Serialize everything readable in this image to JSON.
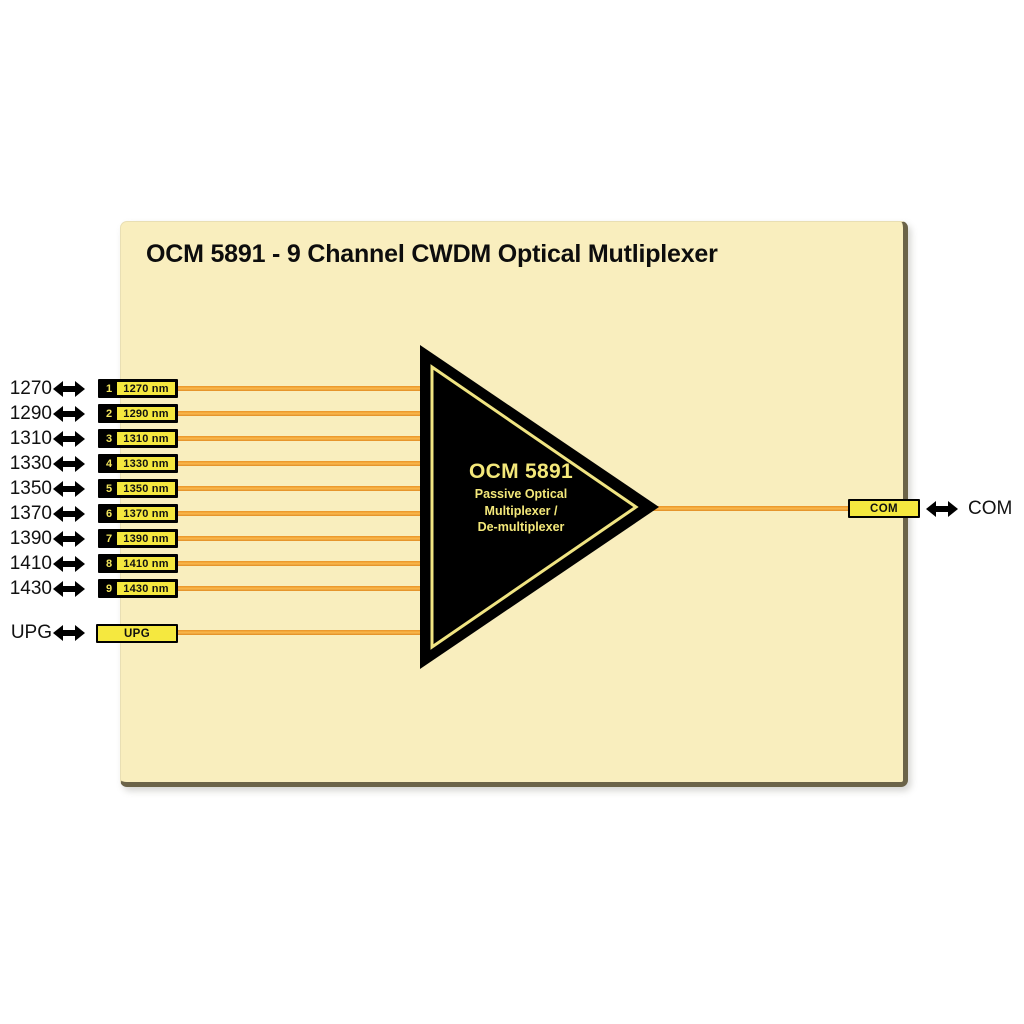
{
  "diagram": {
    "title": "OCM 5891 - 9 Channel CWDM Optical Mutliplexer",
    "panel_color": "#f9eebe",
    "accent_color": "#f5e83f",
    "wire_color": "#f5a93a",
    "device": {
      "name": "OCM 5891",
      "subtitle_line1": "Passive Optical",
      "subtitle_line2": "Multiplexer /",
      "subtitle_line3": "De-multiplexer",
      "shape": "triangle-right",
      "fill": "#000000",
      "outline": "#f0e482"
    },
    "inputs": [
      {
        "label": "1270",
        "channel": "1",
        "port_text": "1270 nm"
      },
      {
        "label": "1290",
        "channel": "2",
        "port_text": "1290 nm"
      },
      {
        "label": "1310",
        "channel": "3",
        "port_text": "1310 nm"
      },
      {
        "label": "1330",
        "channel": "4",
        "port_text": "1330 nm"
      },
      {
        "label": "1350",
        "channel": "5",
        "port_text": "1350 nm"
      },
      {
        "label": "1370",
        "channel": "6",
        "port_text": "1370 nm"
      },
      {
        "label": "1390",
        "channel": "7",
        "port_text": "1390 nm"
      },
      {
        "label": "1410",
        "channel": "8",
        "port_text": "1410 nm"
      },
      {
        "label": "1430",
        "channel": "9",
        "port_text": "1430 nm"
      }
    ],
    "upgrade_port": {
      "label": "UPG",
      "port_text": "UPG"
    },
    "output_port": {
      "label": "COM",
      "port_text": "COM"
    },
    "arrow_icon": "double-headed-arrow"
  }
}
